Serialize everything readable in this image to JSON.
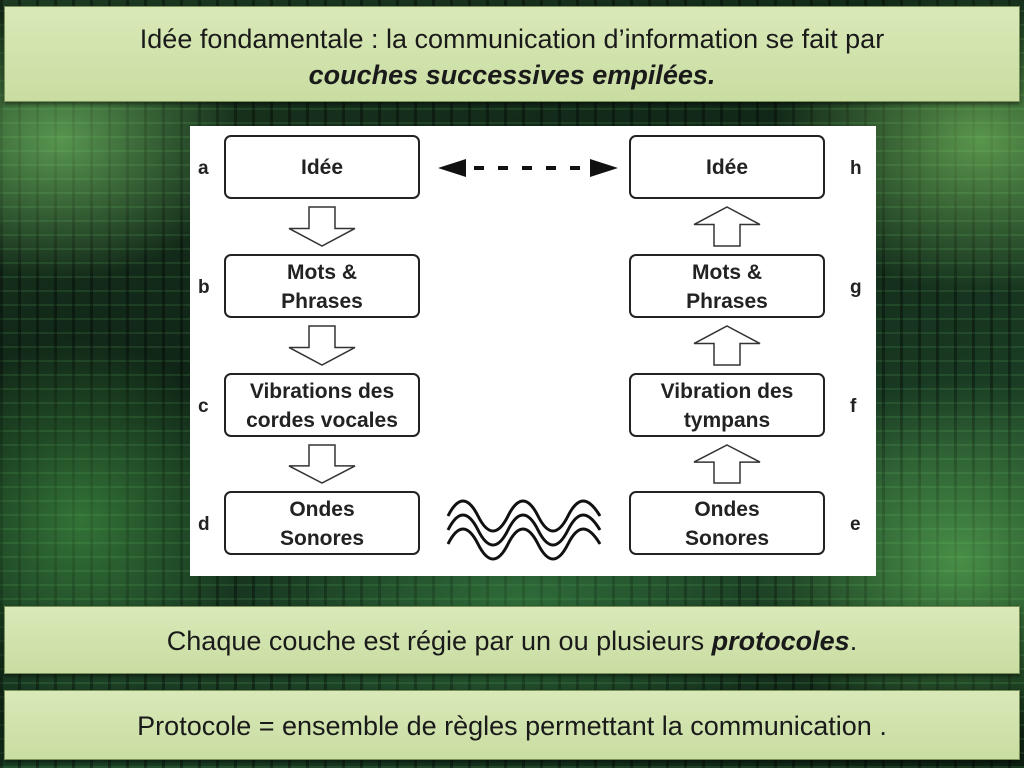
{
  "slide": {
    "title_line1": "Idée fondamentale : la communication d’information se fait par",
    "title_line2": "couches successives empilées.",
    "note1_text": "Chaque couche est régie par un ou plusieurs ",
    "note1_emph": "protocoles",
    "note1_end": ".",
    "note2": "Protocole = ensemble de règles permettant la communication ."
  },
  "diagram": {
    "left": [
      {
        "letter": "a",
        "lines": [
          "Idée"
        ]
      },
      {
        "letter": "b",
        "lines": [
          "Mots &",
          "Phrases"
        ]
      },
      {
        "letter": "c",
        "lines": [
          "Vibrations des",
          "cordes vocales"
        ]
      },
      {
        "letter": "d",
        "lines": [
          "Ondes",
          "Sonores"
        ]
      }
    ],
    "right": [
      {
        "letter": "h",
        "lines": [
          "Idée"
        ]
      },
      {
        "letter": "g",
        "lines": [
          "Mots &",
          "Phrases"
        ]
      },
      {
        "letter": "f",
        "lines": [
          "Vibration des",
          "tympans"
        ]
      },
      {
        "letter": "e",
        "lines": [
          "Ondes",
          "Sonores"
        ]
      }
    ]
  }
}
